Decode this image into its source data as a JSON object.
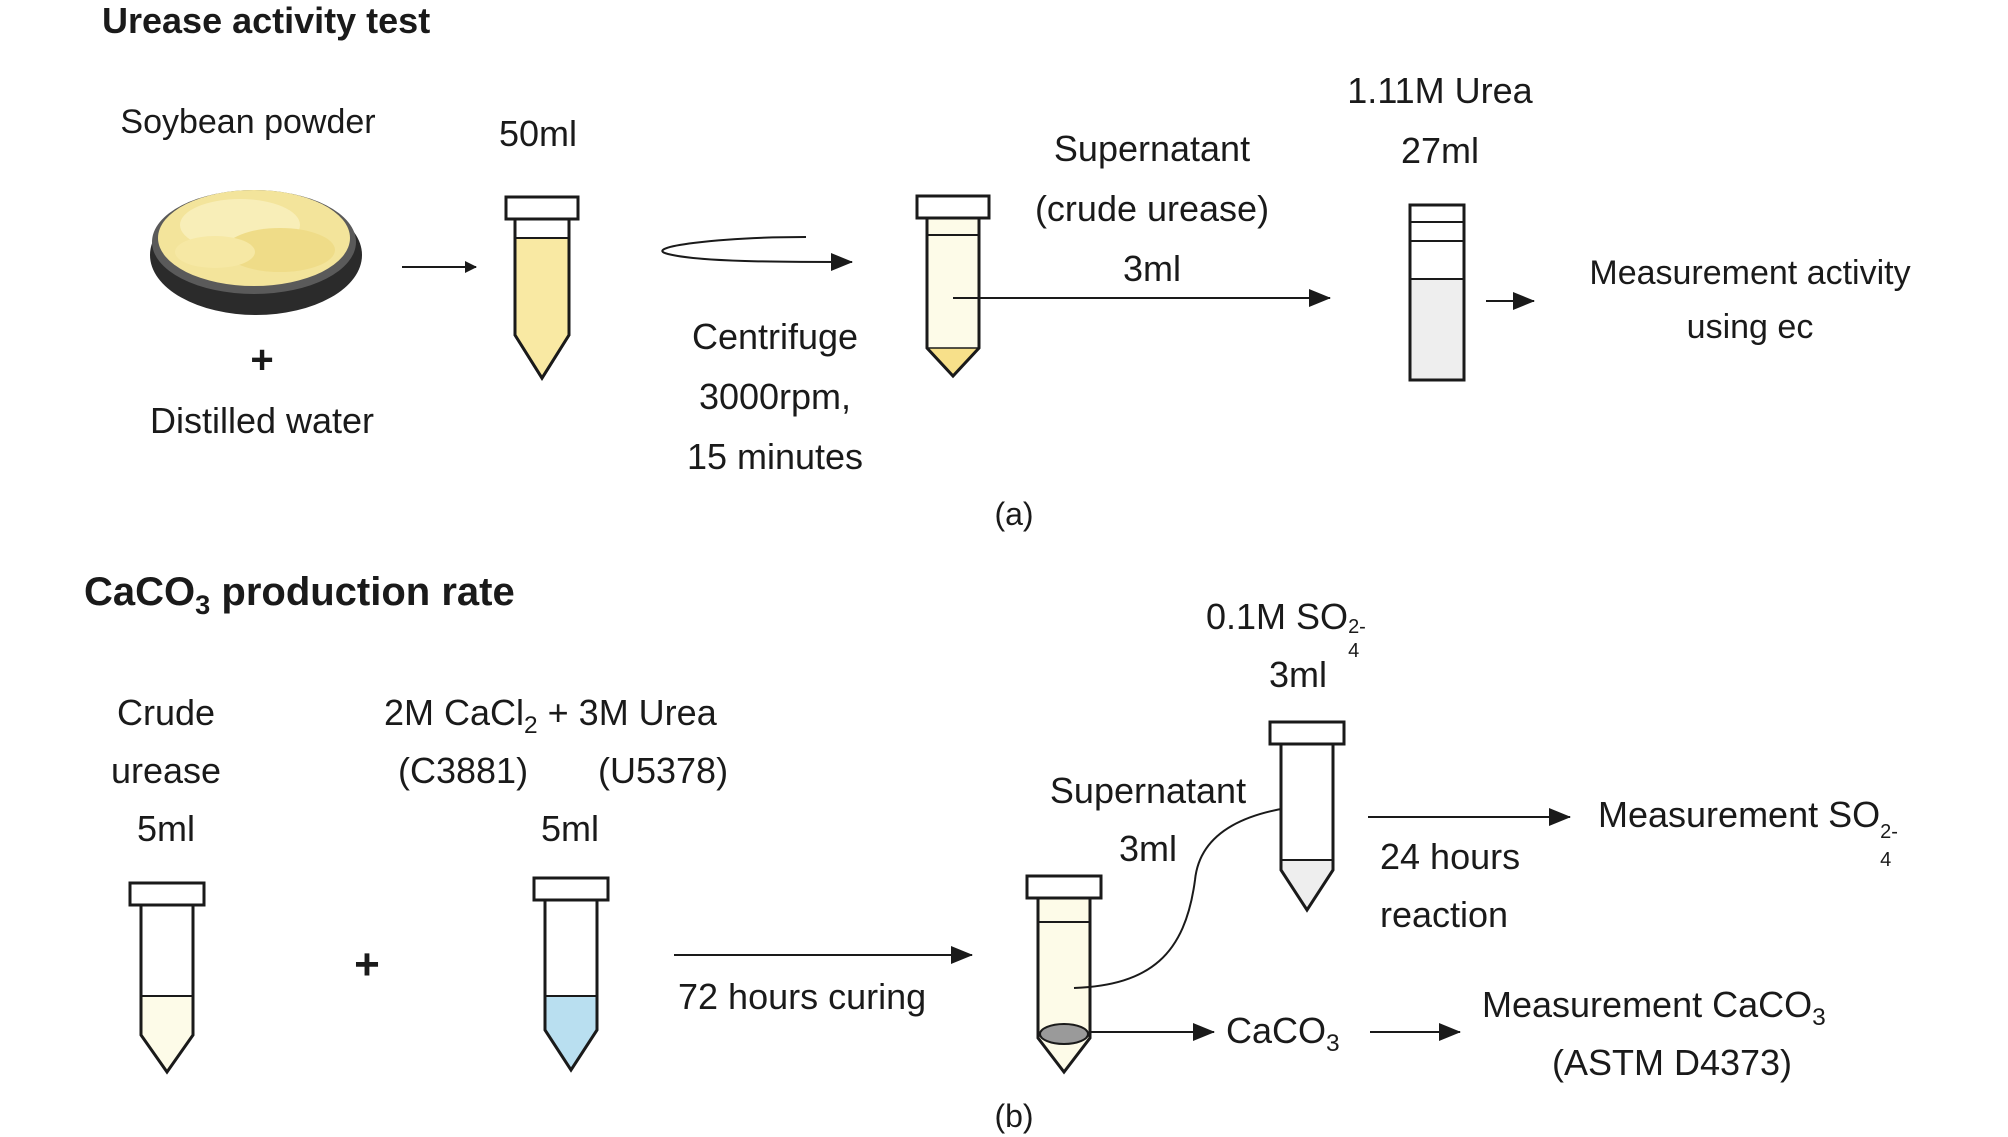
{
  "panel_a": {
    "title": "Urease activity test",
    "soybean_label": "Soybean powder",
    "plus": "+",
    "water_label": "Distilled water",
    "tube1_volume": "50ml",
    "centrifuge_lines": [
      "Centrifuge",
      "3000rpm,",
      "15 minutes"
    ],
    "supernatant_lines": [
      "Supernatant",
      "(crude urease)",
      "3ml"
    ],
    "urea_lines": [
      "1.11M Urea",
      "27ml"
    ],
    "measurement_lines": [
      "Measurement activity",
      "using ec"
    ],
    "caption": "(a)"
  },
  "panel_b": {
    "title_pre": "CaCO",
    "title_sub": "3",
    "title_post": " production rate",
    "crude_lines": [
      "Crude",
      "urease",
      "5ml"
    ],
    "plus": "+",
    "reagent_pre": "2M CaCl",
    "reagent_sub": "2",
    "reagent_post": " + 3M Urea",
    "reagent_codes_left": "(C3881)",
    "reagent_codes_right": "(U5378)",
    "reagent_volume": "5ml",
    "curing_label": "72 hours curing",
    "supernatant_lines": [
      "Supernatant",
      "3ml"
    ],
    "so4_pre": "0.1M  SO",
    "so4_sub": "4",
    "so4_sup": "2-",
    "so4_volume": "3ml",
    "reaction_lines": [
      "24 hours",
      "reaction"
    ],
    "meas_so4_pre": "Measurement  SO",
    "meas_so4_sub": "4",
    "meas_so4_sup": "2-",
    "caco3_pre": "CaCO",
    "caco3_sub": "3",
    "meas_caco3_pre": "Measurement CaCO",
    "meas_caco3_sub": "3",
    "astm_label": "(ASTM D4373)",
    "caption": "(b)"
  },
  "colors": {
    "soy_yellow": "#f5e7a0",
    "tube_yellow": "#f9e9a3",
    "pale_yellow": "#fdfbe8",
    "sediment": "#f7e08a",
    "light_grey": "#eeeeee",
    "pellet_grey": "#9a9a9a",
    "light_blue": "#b9dff0",
    "ink": "#1a1a1a"
  }
}
